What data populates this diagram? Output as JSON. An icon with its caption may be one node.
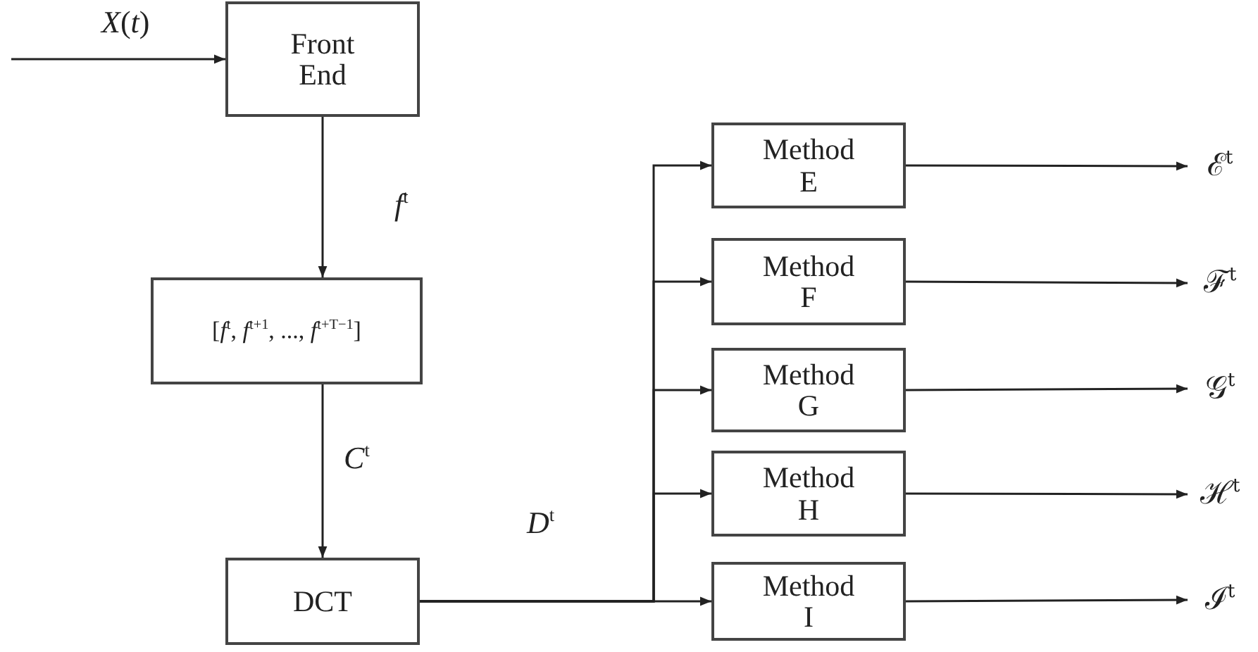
{
  "diagram": {
    "nodes": [
      {
        "text": [
          "Front End"
        ]
      },
      {
        "text": [
          "[*f*$^{t}$, *f*$^{t+1}$, ..., *f*$^{t+T−1}$]"
        ]
      },
      {
        "text": [
          "DCT"
        ]
      },
      {
        "text": [
          "Method E"
        ]
      },
      {
        "text": [
          "Method F"
        ]
      },
      {
        "text": [
          "Method G"
        ]
      },
      {
        "text": [
          "Method H"
        ]
      },
      {
        "text": [
          "Method I"
        ]
      },
      {
        "text": [
          "ℰ$^{t}$"
        ]
      },
      {
        "text": [
          "ℱ$^{t}$"
        ]
      },
      {
        "text": [
          "𝒢$^{t}$"
        ]
      },
      {
        "text": [
          "ℋ$^{t}$"
        ]
      },
      {
        "text": [
          "ℐ$^{t}$"
        ]
      }
    ],
    "edges": [
      {
        "from": null,
        "to": 0,
        "arrow": "to",
        "label": "*X*(*t*)"
      },
      {
        "from": 0,
        "to": 1,
        "arrow": "to",
        "label": "*f*$^{t}$"
      },
      {
        "from": 1,
        "to": 2,
        "arrow": "to",
        "label": "*C*$^{t}$"
      },
      {
        "from": 2,
        "to": 3,
        "arrow": "to"
      },
      {
        "from": 2,
        "to": 4,
        "arrow": "to"
      },
      {
        "from": 2,
        "to": 5,
        "arrow": "to"
      },
      {
        "from": 2,
        "to": 6,
        "arrow": "to"
      },
      {
        "from": 2,
        "to": 7,
        "arrow": "to",
        "label": "*D*$^{t}$"
      },
      {
        "from": 3,
        "to": 8,
        "arrow": "to"
      },
      {
        "from": 4,
        "to": 9,
        "arrow": "to"
      },
      {
        "from": 5,
        "to": 10,
        "arrow": "to"
      },
      {
        "from": 6,
        "to": 11,
        "arrow": "to"
      },
      {
        "from": 7,
        "to": 12,
        "arrow": "to"
      }
    ]
  }
}
